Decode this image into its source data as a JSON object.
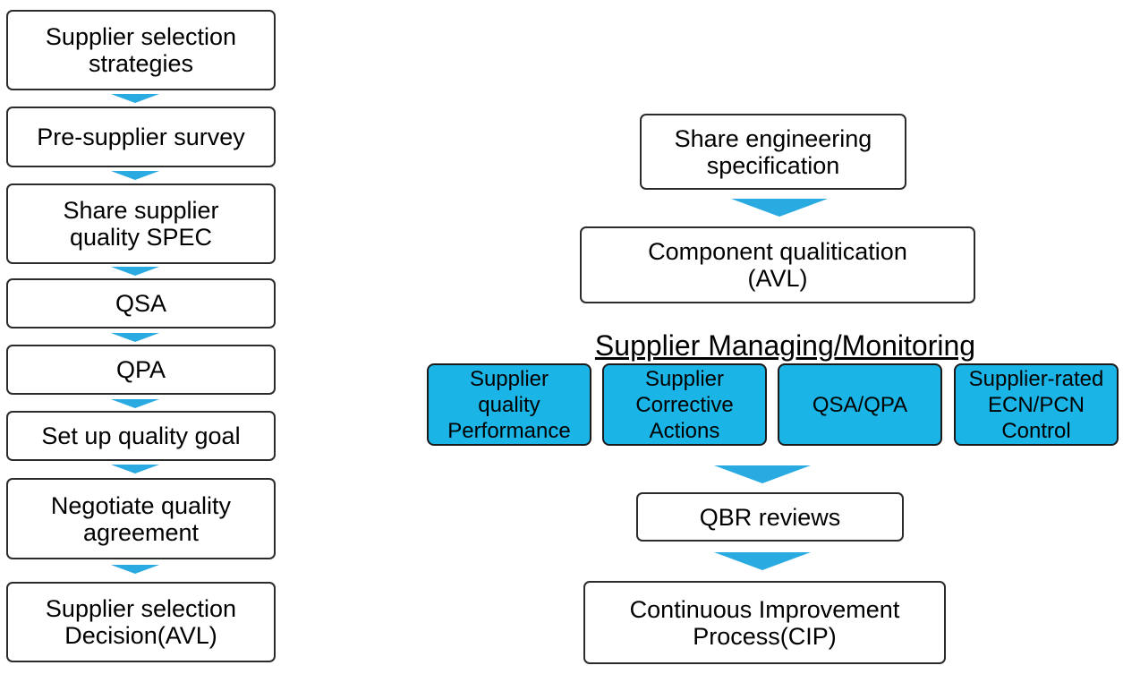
{
  "left_steps": [
    "Supplier selection\nstrategies",
    "Pre-supplier survey",
    "Share supplier\nquality SPEC",
    "QSA",
    "QPA",
    "Set up quality goal",
    "Negotiate quality\nagreement",
    "Supplier selection\nDecision(AVL)"
  ],
  "right_top": [
    "Share engineering\nspecification",
    "Component qualitication\n(AVL)"
  ],
  "managing_title": "Supplier Managing/Monitoring",
  "managing_items": [
    "Supplier\nquality\nPerformance",
    "Supplier\nCorrective\nActions",
    "QSA/QPA",
    "Supplier-rated\nECN/PCN\nControl"
  ],
  "right_bottom": [
    "QBR reviews",
    "Continuous Improvement\nProcess(CIP)"
  ],
  "colors": {
    "accent": "#1ab4e6",
    "arrow": "#29abe2",
    "border": "#2b2b2b"
  }
}
